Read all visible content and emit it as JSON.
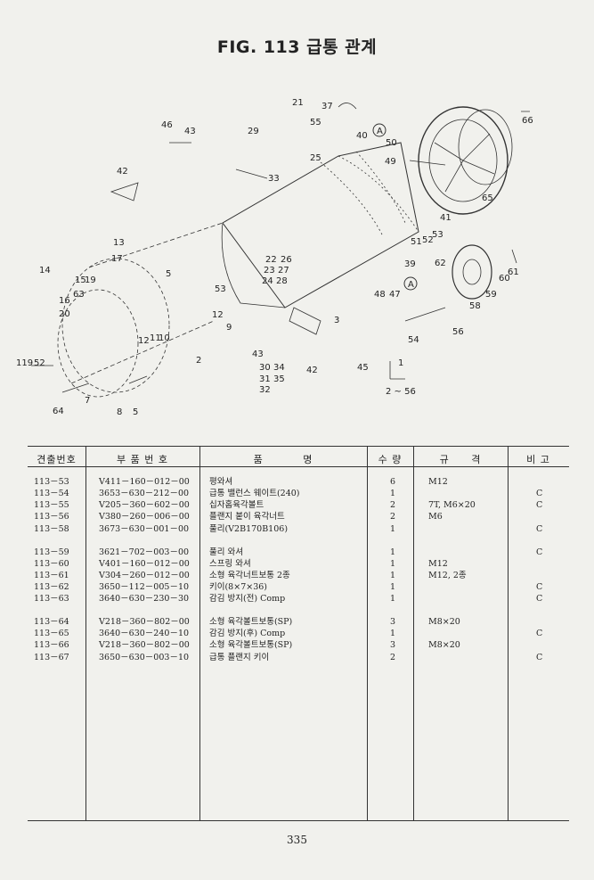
{
  "title": "FIG. 113 급통 관계",
  "page_number": "335",
  "diagram_callouts": [
    "1",
    "2 ~ 56",
    "3",
    "2",
    "5",
    "7",
    "8",
    "5",
    "9",
    "12",
    "11",
    "10",
    "12",
    "13",
    "14",
    "15",
    "16",
    "17",
    "19",
    "20",
    "21",
    "22",
    "23",
    "24",
    "25",
    "26",
    "27",
    "28",
    "29",
    "30",
    "31",
    "32",
    "33",
    "34",
    "35",
    "37",
    "39",
    "40",
    "41",
    "42",
    "43",
    "45",
    "46",
    "47",
    "48",
    "49",
    "50",
    "51",
    "52",
    "53",
    "54",
    "55",
    "56",
    "58",
    "59",
    "60",
    "61",
    "62",
    "63",
    "64",
    "65",
    "66",
    "119",
    "52",
    "A",
    "A"
  ],
  "table": {
    "headers": [
      "견출번호",
      "부 품 번 호",
      "품 명",
      "수 량",
      "규 격",
      "비 고"
    ],
    "rows": [
      {
        "ref": "113－53",
        "part": "V411－160－012－00",
        "name": "평와셔",
        "qty": "6",
        "spec": "M12",
        "note": ""
      },
      {
        "ref": "113－54",
        "part": "3653－630－212－00",
        "name": "급통 밸런스 웨이트(240)",
        "qty": "1",
        "spec": "",
        "note": "C"
      },
      {
        "ref": "113－55",
        "part": "V205－360－602－00",
        "name": "십자홈육각볼트",
        "qty": "2",
        "spec": "7T, M6×20",
        "note": "C"
      },
      {
        "ref": "113－56",
        "part": "V380－260－006－00",
        "name": "플랜지 붙이 육각너트",
        "qty": "2",
        "spec": "M6",
        "note": ""
      },
      {
        "ref": "113－58",
        "part": "3673－630－001－00",
        "name": "풀리(V2B170B106)",
        "qty": "1",
        "spec": "",
        "note": "C"
      },
      {
        "ref": "113－59",
        "part": "3621－702－003－00",
        "name": "풀리 와셔",
        "qty": "1",
        "spec": "",
        "note": "C"
      },
      {
        "ref": "113－60",
        "part": "V401－160－012－00",
        "name": "스프링 와셔",
        "qty": "1",
        "spec": "M12",
        "note": ""
      },
      {
        "ref": "113－61",
        "part": "V304－260－012－00",
        "name": "소형 육각너트보통 2종",
        "qty": "1",
        "spec": "M12, 2종",
        "note": ""
      },
      {
        "ref": "113－62",
        "part": "3650－112－005－10",
        "name": "키이(8×7×36)",
        "qty": "1",
        "spec": "",
        "note": "C"
      },
      {
        "ref": "113－63",
        "part": "3640－630－230－30",
        "name": "감김 방지(전) Comp",
        "qty": "1",
        "spec": "",
        "note": "C"
      },
      {
        "ref": "113－64",
        "part": "V218－360－802－00",
        "name": "소형 육각볼트보통(SP)",
        "qty": "3",
        "spec": "M8×20",
        "note": ""
      },
      {
        "ref": "113－65",
        "part": "3640－630－240－10",
        "name": "감김 방지(후) Comp",
        "qty": "1",
        "spec": "",
        "note": "C"
      },
      {
        "ref": "113－66",
        "part": "V218－360－802－00",
        "name": "소형 육각볼트보통(SP)",
        "qty": "3",
        "spec": "M8×20",
        "note": ""
      },
      {
        "ref": "113－67",
        "part": "3650－630－003－10",
        "name": "급통 플랜지 키이",
        "qty": "2",
        "spec": "",
        "note": "C"
      }
    ]
  }
}
